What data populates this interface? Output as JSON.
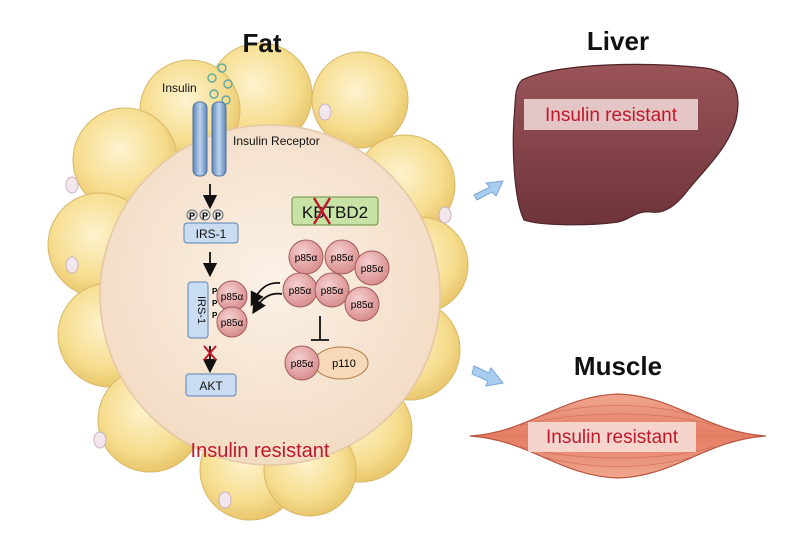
{
  "titles": {
    "fat": "Fat",
    "liver": "Liver",
    "muscle": "Muscle"
  },
  "fat": {
    "insulin_label": "Insulin",
    "receptor_label": "Insulin Receptor",
    "phospho": "P",
    "irs1": "IRS-1",
    "irs1_complex": "IRS-1",
    "kbtbd2": "KBTBD2",
    "p85": "p85α",
    "p110": "p110",
    "akt": "AKT",
    "status": "Insulin resistant"
  },
  "liver": {
    "status": "Insulin resistant"
  },
  "muscle": {
    "status": "Insulin resistant"
  },
  "colors": {
    "adipocyte_fill": "#f7e39a",
    "nucleus_fill": "#f8e7d6",
    "receptor_blue": "#7ea6d4",
    "box_blue": "#c9dcf2",
    "kbtbd2_green": "#c8e3a6",
    "p85_fill": "#e8a7a7",
    "p110_fill": "#f6d9b8",
    "liver_fill": "#8b4a4f",
    "muscle_fill": "#e58a73",
    "resistant_text": "#c0182a",
    "arrow_blue": "#a9cdef"
  }
}
